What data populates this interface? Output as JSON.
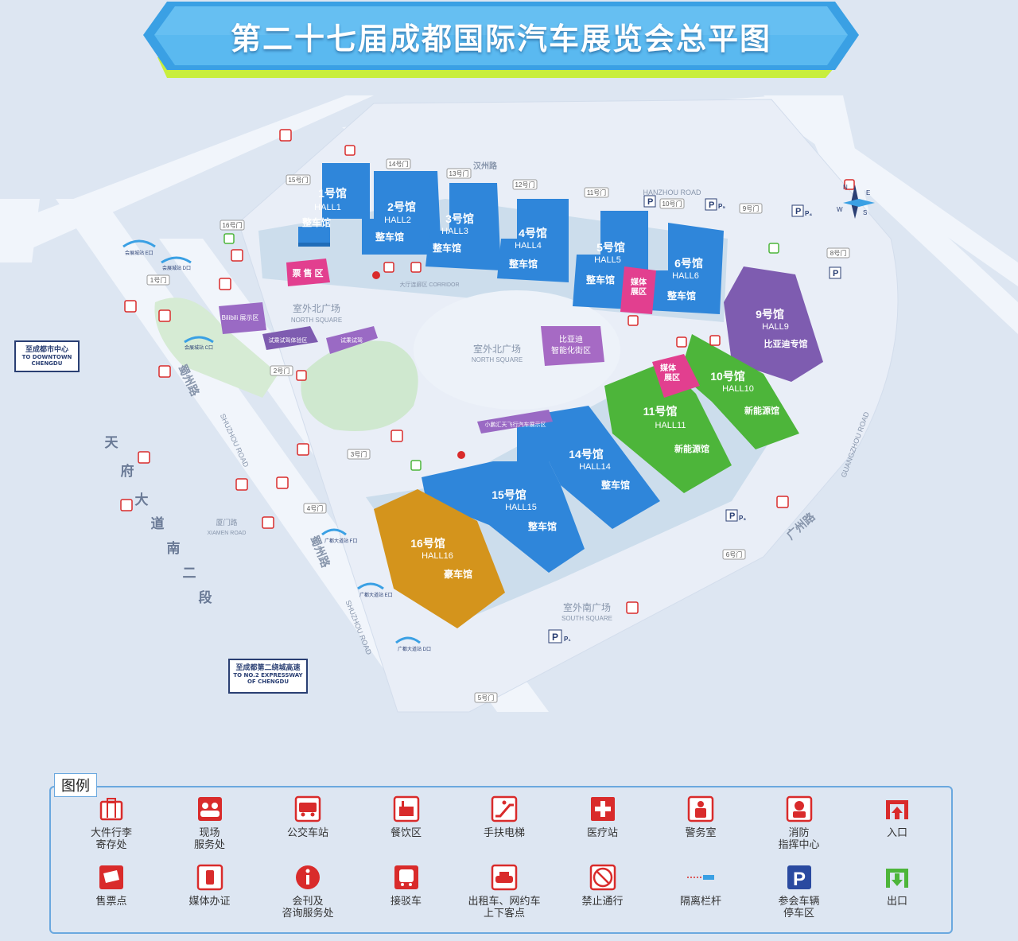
{
  "title": "第二十七届成都国际汽车展览会总平图",
  "halls": [
    {
      "id": "1",
      "name": "1号馆",
      "en": "HALL1",
      "type": "整车馆"
    },
    {
      "id": "2",
      "name": "2号馆",
      "en": "HALL2",
      "type": "整车馆"
    },
    {
      "id": "3",
      "name": "3号馆",
      "en": "HALL3",
      "type": "整车馆"
    },
    {
      "id": "4",
      "name": "4号馆",
      "en": "HALL4",
      "type": "整车馆"
    },
    {
      "id": "5",
      "name": "5号馆",
      "en": "HALL5",
      "type": "整车馆"
    },
    {
      "id": "6",
      "name": "6号馆",
      "en": "HALL6",
      "type": "整车馆"
    },
    {
      "id": "9",
      "name": "9号馆",
      "en": "HALL9",
      "type": "比亚迪专馆"
    },
    {
      "id": "10",
      "name": "10号馆",
      "en": "HALL10",
      "type": "新能源馆"
    },
    {
      "id": "11",
      "name": "11号馆",
      "en": "HALL11",
      "type": "新能源馆"
    },
    {
      "id": "14",
      "name": "14号馆",
      "en": "HALL14",
      "type": "整车馆"
    },
    {
      "id": "15",
      "name": "15号馆",
      "en": "HALL15",
      "type": "整车馆"
    },
    {
      "id": "16",
      "name": "16号馆",
      "en": "HALL16",
      "type": "豪车馆"
    }
  ],
  "media": {
    "label1": "媒体",
    "label2": "展区"
  },
  "zones": {
    "ticket": "票 售 区",
    "byd": "比亚迪\n智能化街区",
    "north1": "室外北广场",
    "north1_en": "NORTH SQUARE",
    "north2": "室外北广场",
    "north2_en": "NORTH SQUARE",
    "south": "室外南广场",
    "south_en": "SOUTH SQUARE",
    "corridor": "大厅连廊区 CORRIDOR",
    "xiaopeng": "小鹏汇天飞行汽车展示区",
    "zone_a": "试乘试驾体验区",
    "zone_b": "试乘试驾",
    "zone_c": "Bilibili\n展示区"
  },
  "roads": {
    "tianfu": [
      "天",
      "府",
      "大",
      "道",
      "南",
      "二",
      "段"
    ],
    "shuzhou1": "蜀州路",
    "shuzhou_en": "SHUZHOU ROAD",
    "shuzhou2": "蜀州路",
    "xiamen": "厦门路",
    "xiamen_en": "XIAMEN ROAD",
    "hanzhou_en": "HANZHOU ROAD",
    "hanzhou": "汉州路",
    "guangzhou_en": "GUANGZHOU ROAD",
    "guangzhou": "广州路"
  },
  "gates": [
    "1号门",
    "2号门",
    "3号门",
    "4号门",
    "5号门",
    "6号门",
    "8号门",
    "9号门",
    "10号门",
    "11号门",
    "12号门",
    "13号门",
    "14号门",
    "15号门",
    "16号门"
  ],
  "stations": {
    "e": "会展城站 E口",
    "d": "会展城站 D口",
    "c": "会展城站 C口",
    "f": "广都大道站 F口",
    "e2": "广都大道站 E口",
    "d2": "广都大道站 D口"
  },
  "parking": {
    "p1": "P₁",
    "p2": "P₂",
    "p3": "P₃",
    "p4": "P₄",
    "p5": "P₅"
  },
  "signs": {
    "downtown_cn": "至成都市中心",
    "downtown_en": "TO DOWNTOWN\nCHENGDU",
    "expressway_cn": "至成都第二绕城高速",
    "expressway_en": "TO NO.2 EXPRESSWAY\nOF CHENGDU"
  },
  "compass": {
    "n": "N",
    "e": "E",
    "s": "S",
    "w": "W"
  },
  "legend": {
    "title": "图例",
    "items": [
      {
        "label": "大件行李\n寄存处",
        "icon": "luggage-icon"
      },
      {
        "label": "现场\n服务处",
        "icon": "service-icon"
      },
      {
        "label": "公交车站",
        "icon": "bus-icon"
      },
      {
        "label": "餐饮区",
        "icon": "food-icon"
      },
      {
        "label": "手扶电梯",
        "icon": "escalator-icon"
      },
      {
        "label": "医疗站",
        "icon": "medical-icon"
      },
      {
        "label": "警务室",
        "icon": "police-icon"
      },
      {
        "label": "消防\n指挥中心",
        "icon": "fire-icon"
      },
      {
        "label": "入口",
        "icon": "entrance-icon"
      },
      {
        "label": "售票点",
        "icon": "ticket-icon"
      },
      {
        "label": "媒体办证",
        "icon": "media-icon"
      },
      {
        "label": "会刊及\n咨询服务处",
        "icon": "info-icon"
      },
      {
        "label": "接驳车",
        "icon": "shuttle-icon"
      },
      {
        "label": "出租车、网约车\n上下客点",
        "icon": "taxi-icon"
      },
      {
        "label": "禁止通行",
        "icon": "no-entry-icon"
      },
      {
        "label": "隔离栏杆",
        "icon": "barrier-icon"
      },
      {
        "label": "参会车辆\n停车区",
        "icon": "parking-icon"
      },
      {
        "label": "出口",
        "icon": "exit-icon"
      }
    ]
  },
  "colors": {
    "blue": "#2f86da",
    "green": "#4db53a",
    "orange": "#d4941c",
    "purple": "#7e5cb0",
    "pink": "#e23f8f",
    "sky": "#3aa0e4",
    "lime": "#c8ee3d"
  }
}
